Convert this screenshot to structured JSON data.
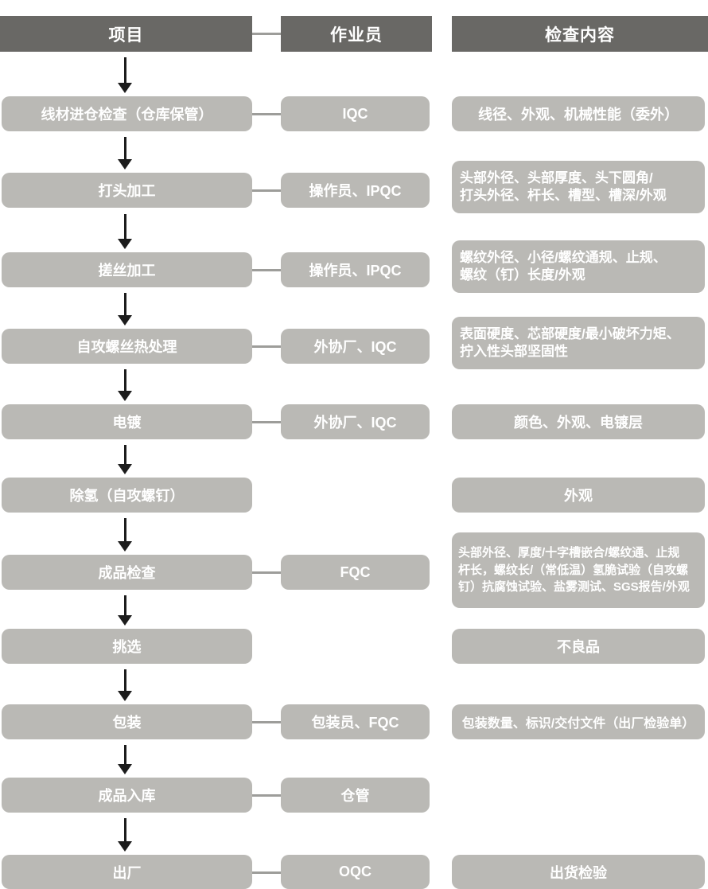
{
  "header": {
    "project": "项目",
    "operator": "作业员",
    "inspection": "检查内容"
  },
  "colors": {
    "header_bg": "#696865",
    "box_bg": "#bab9b5",
    "connector": "#9d9d9a",
    "arrow": "#1c1c1c",
    "text": "#ffffff"
  },
  "rows": [
    {
      "project": "线材进仓检查（仓库保管）",
      "operator": "IQC",
      "inspection": "线径、外观、机械性能（委外）"
    },
    {
      "project": "打头加工",
      "operator": "操作员、IPQC",
      "inspection": "头部外径、头部厚度、头下圆角/\n打头外径、杆长、槽型、槽深/外观"
    },
    {
      "project": "搓丝加工",
      "operator": "操作员、IPQC",
      "inspection": "螺纹外径、小径/螺纹通规、止规、\n螺纹（钉）长度/外观"
    },
    {
      "project": "自攻螺丝热处理",
      "operator": "外协厂、IQC",
      "inspection": "表面硬度、芯部硬度/最小破坏力矩、\n拧入性头部坚固性"
    },
    {
      "project": "电镀",
      "operator": "外协厂、IQC",
      "inspection": "颜色、外观、电镀层"
    },
    {
      "project": "除氢（自攻螺钉）",
      "operator": "",
      "inspection": "外观"
    },
    {
      "project": "成品检查",
      "operator": "FQC",
      "inspection": "头部外径、厚度/十字槽嵌合/螺纹通、止规\n杆长，螺纹长/（常低温）氢脆试验（自攻螺\n钉）抗腐蚀试验、盐雾测试、SGS报告/外观"
    },
    {
      "project": "挑选",
      "operator": "",
      "inspection": "不良品"
    },
    {
      "project": "包装",
      "operator": "包装员、FQC",
      "inspection": "包装数量、标识/交付文件（出厂检验单）"
    },
    {
      "project": "成品入库",
      "operator": "仓管",
      "inspection": ""
    },
    {
      "project": "出厂",
      "operator": "OQC",
      "inspection": "出货检验"
    }
  ]
}
